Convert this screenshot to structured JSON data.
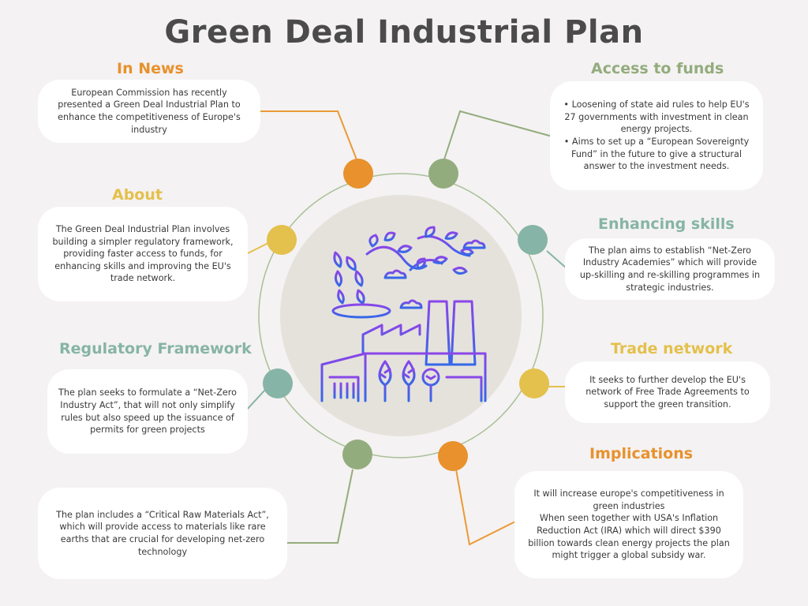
{
  "title": "Green Deal Industrial Plan",
  "colors": {
    "orange": "#e8912d",
    "green": "#93ac7d",
    "yellow": "#e4c04c",
    "teal": "#86b4a6",
    "orange_line": "#ea9a37",
    "green_line": "#93ac7d",
    "icon_gradient_start": "#8a46e8",
    "icon_gradient_end": "#3568e8"
  },
  "sections": {
    "in_news": {
      "heading": "In News",
      "text": "European Commission has recently presented a Green Deal Industrial Plan to enhance the competitiveness of Europe's industry"
    },
    "about": {
      "heading": "About",
      "text": "The  Green Deal Industrial Plan involves building a simpler regulatory framework, providing faster access to funds, for enhancing skills and improving the EU's trade network."
    },
    "regulatory": {
      "heading": "Regulatory Framework",
      "text": "The plan seeks to formulate a “Net-Zero Industry Act”, that will not only simplify rules but also speed up the issuance of permits for green projects"
    },
    "raw_materials": {
      "text": "The plan includes a “Critical Raw Materials Act”, which will provide access to materials like rare earths that are crucial for developing net-zero technology"
    },
    "access_funds": {
      "heading": "Access to funds",
      "text": "• Loosening of state aid rules to help EU's 27 governments with investment  in clean energy projects.\n• Aims to set up a “European Sovereignty Fund” in the future to give a structural answer to the investment needs."
    },
    "skills": {
      "heading": "Enhancing skills",
      "text": "The plan aims to establish “Net-Zero Industry Academies” which will provide up-skilling and re-skilling programmes in strategic industries."
    },
    "trade": {
      "heading": "Trade network",
      "text": "It seeks to further develop the EU's network of Free Trade Agreements to support the green transition."
    },
    "implications": {
      "heading": "Implications",
      "text": "It will increase europe's competitiveness in green industries\nWhen seen together with USA's Inflation Reduction Act (IRA) which will direct $390 billion towards clean energy projects the plan might trigger a global subsidy war."
    }
  },
  "center_icon": "factory-with-plants-icon"
}
